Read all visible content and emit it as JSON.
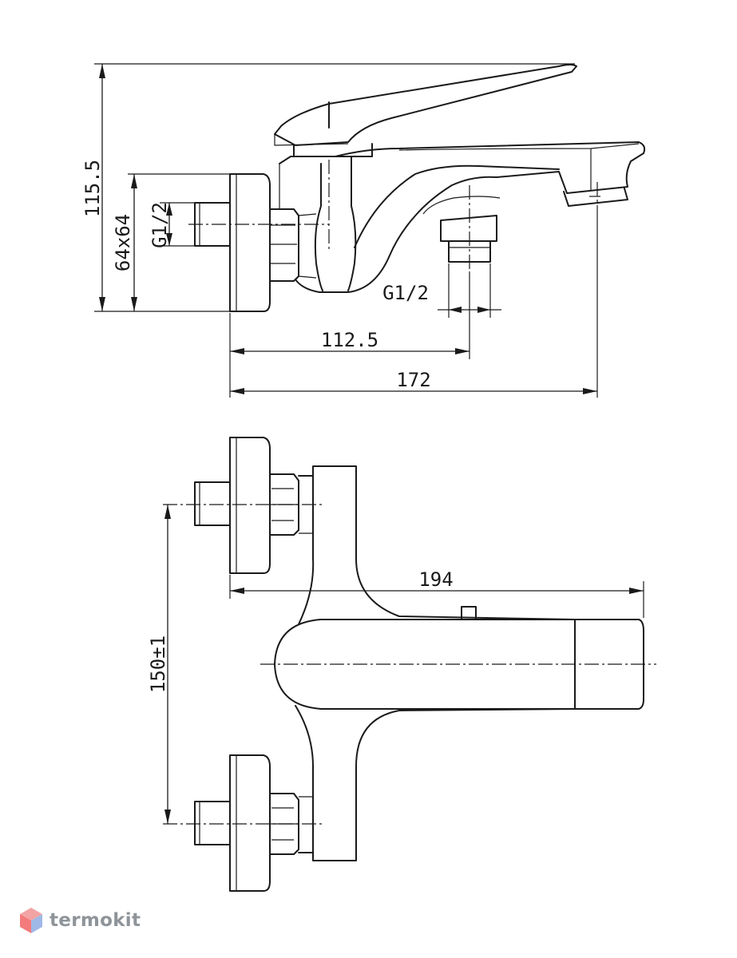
{
  "dimensions": {
    "height_total": "115.5",
    "flange_size": "64x64",
    "inlet_thread": "G1/2",
    "outlet_thread": "G1/2",
    "spout_center": "112.5",
    "depth_total": "172",
    "spout_length": "194",
    "inlet_spacing": "150±1"
  },
  "brand": {
    "name": "termokit"
  }
}
